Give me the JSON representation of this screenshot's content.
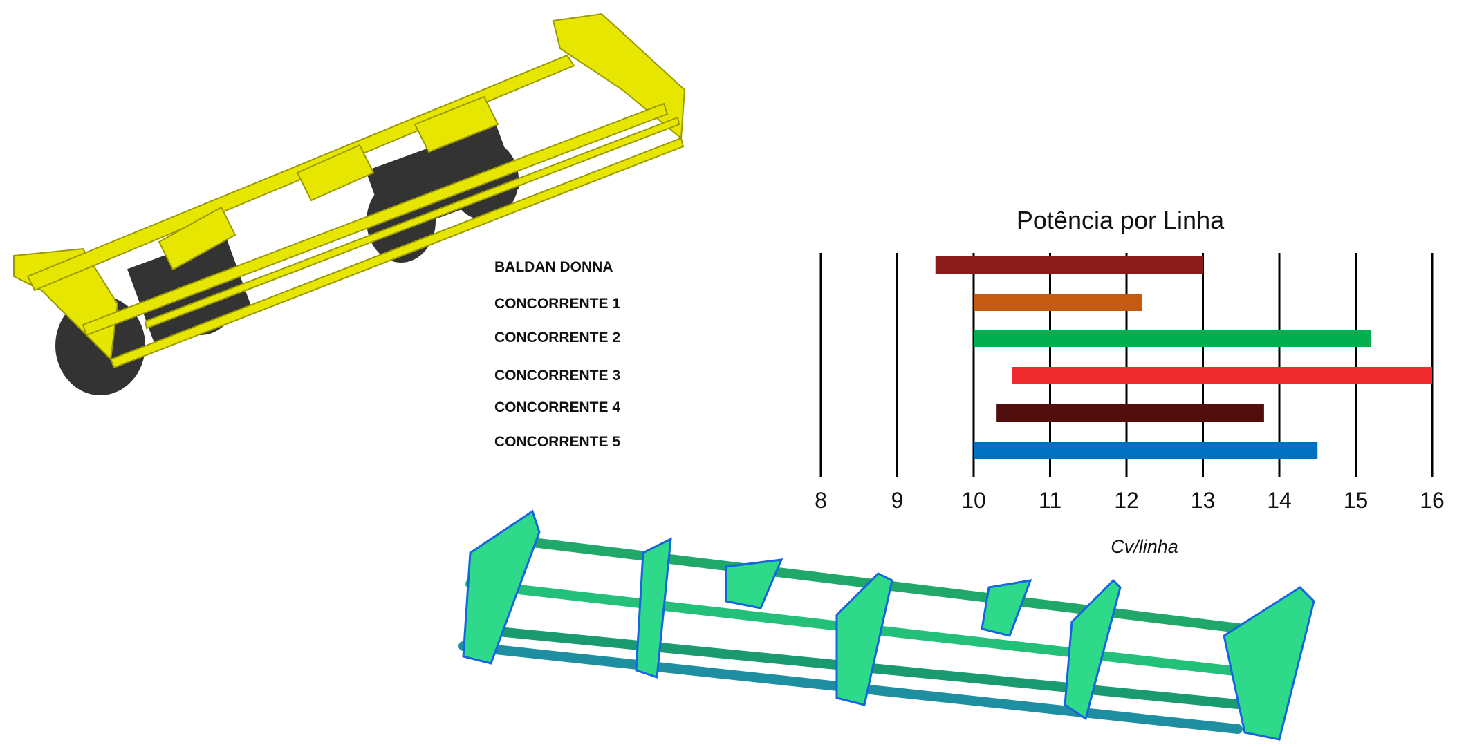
{
  "chart_data": {
    "type": "bar",
    "orientation": "horizontal-range",
    "title": "Potência por Linha",
    "xlabel": "Cv/linha",
    "ylabel": "",
    "xlim": [
      8,
      16
    ],
    "xticks": [
      "8",
      "9",
      "10",
      "11",
      "12",
      "13",
      "14",
      "15",
      "16"
    ],
    "grid": "vertical",
    "categories": [
      "BALDAN DONNA",
      "CONCORRENTE 1",
      "CONCORRENTE 2",
      "CONCORRENTE 3",
      "CONCORRENTE 4",
      "CONCORRENTE 5"
    ],
    "ranges": [
      [
        9.5,
        13
      ],
      [
        10,
        12.2
      ],
      [
        10,
        15.2
      ],
      [
        10.5,
        16
      ],
      [
        10.3,
        13.8
      ],
      [
        10,
        14.5
      ]
    ],
    "colors": [
      "#8b1a1a",
      "#c55a11",
      "#00b050",
      "#ee2a2e",
      "#510e0c",
      "#0070c0"
    ]
  },
  "images": {
    "chassis_3d": "yellow-chassis-model",
    "fea_frame": "stress-analysis-frame"
  }
}
